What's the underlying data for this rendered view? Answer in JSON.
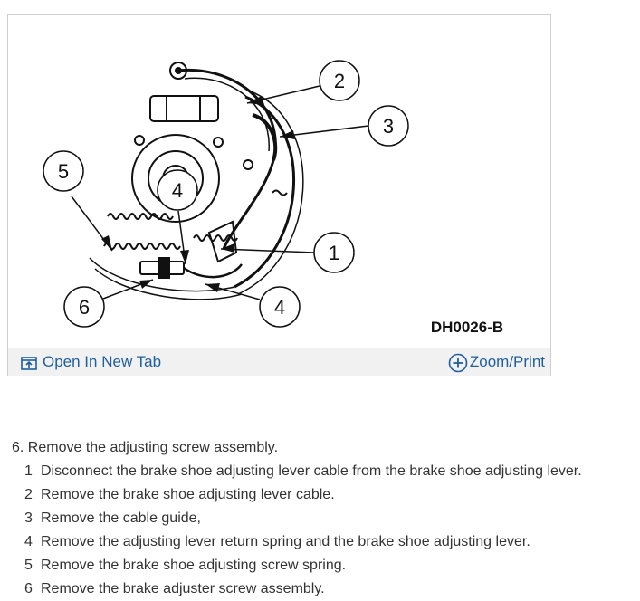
{
  "figure": {
    "diagram_code": "DH0026-B",
    "callouts": [
      "2",
      "3",
      "5",
      "4",
      "1",
      "6",
      "4"
    ],
    "open_in_new_tab_label": "Open In New Tab",
    "zoom_print_label": "Zoom/Print",
    "link_color": "#1f5f9e"
  },
  "steps": {
    "heading": "6. Remove the adjusting screw assembly.",
    "items": [
      {
        "num": "1",
        "text": "Disconnect the brake shoe adjusting lever cable from the brake shoe adjusting lever."
      },
      {
        "num": "2",
        "text": "Remove the brake shoe adjusting lever cable."
      },
      {
        "num": "3",
        "text": "Remove the cable guide,"
      },
      {
        "num": "4",
        "text": "Remove the adjusting lever return spring and the brake shoe adjusting lever."
      },
      {
        "num": "5",
        "text": "Remove the brake shoe adjusting screw spring."
      },
      {
        "num": "6",
        "text": "Remove the brake adjuster screw assembly."
      }
    ]
  }
}
